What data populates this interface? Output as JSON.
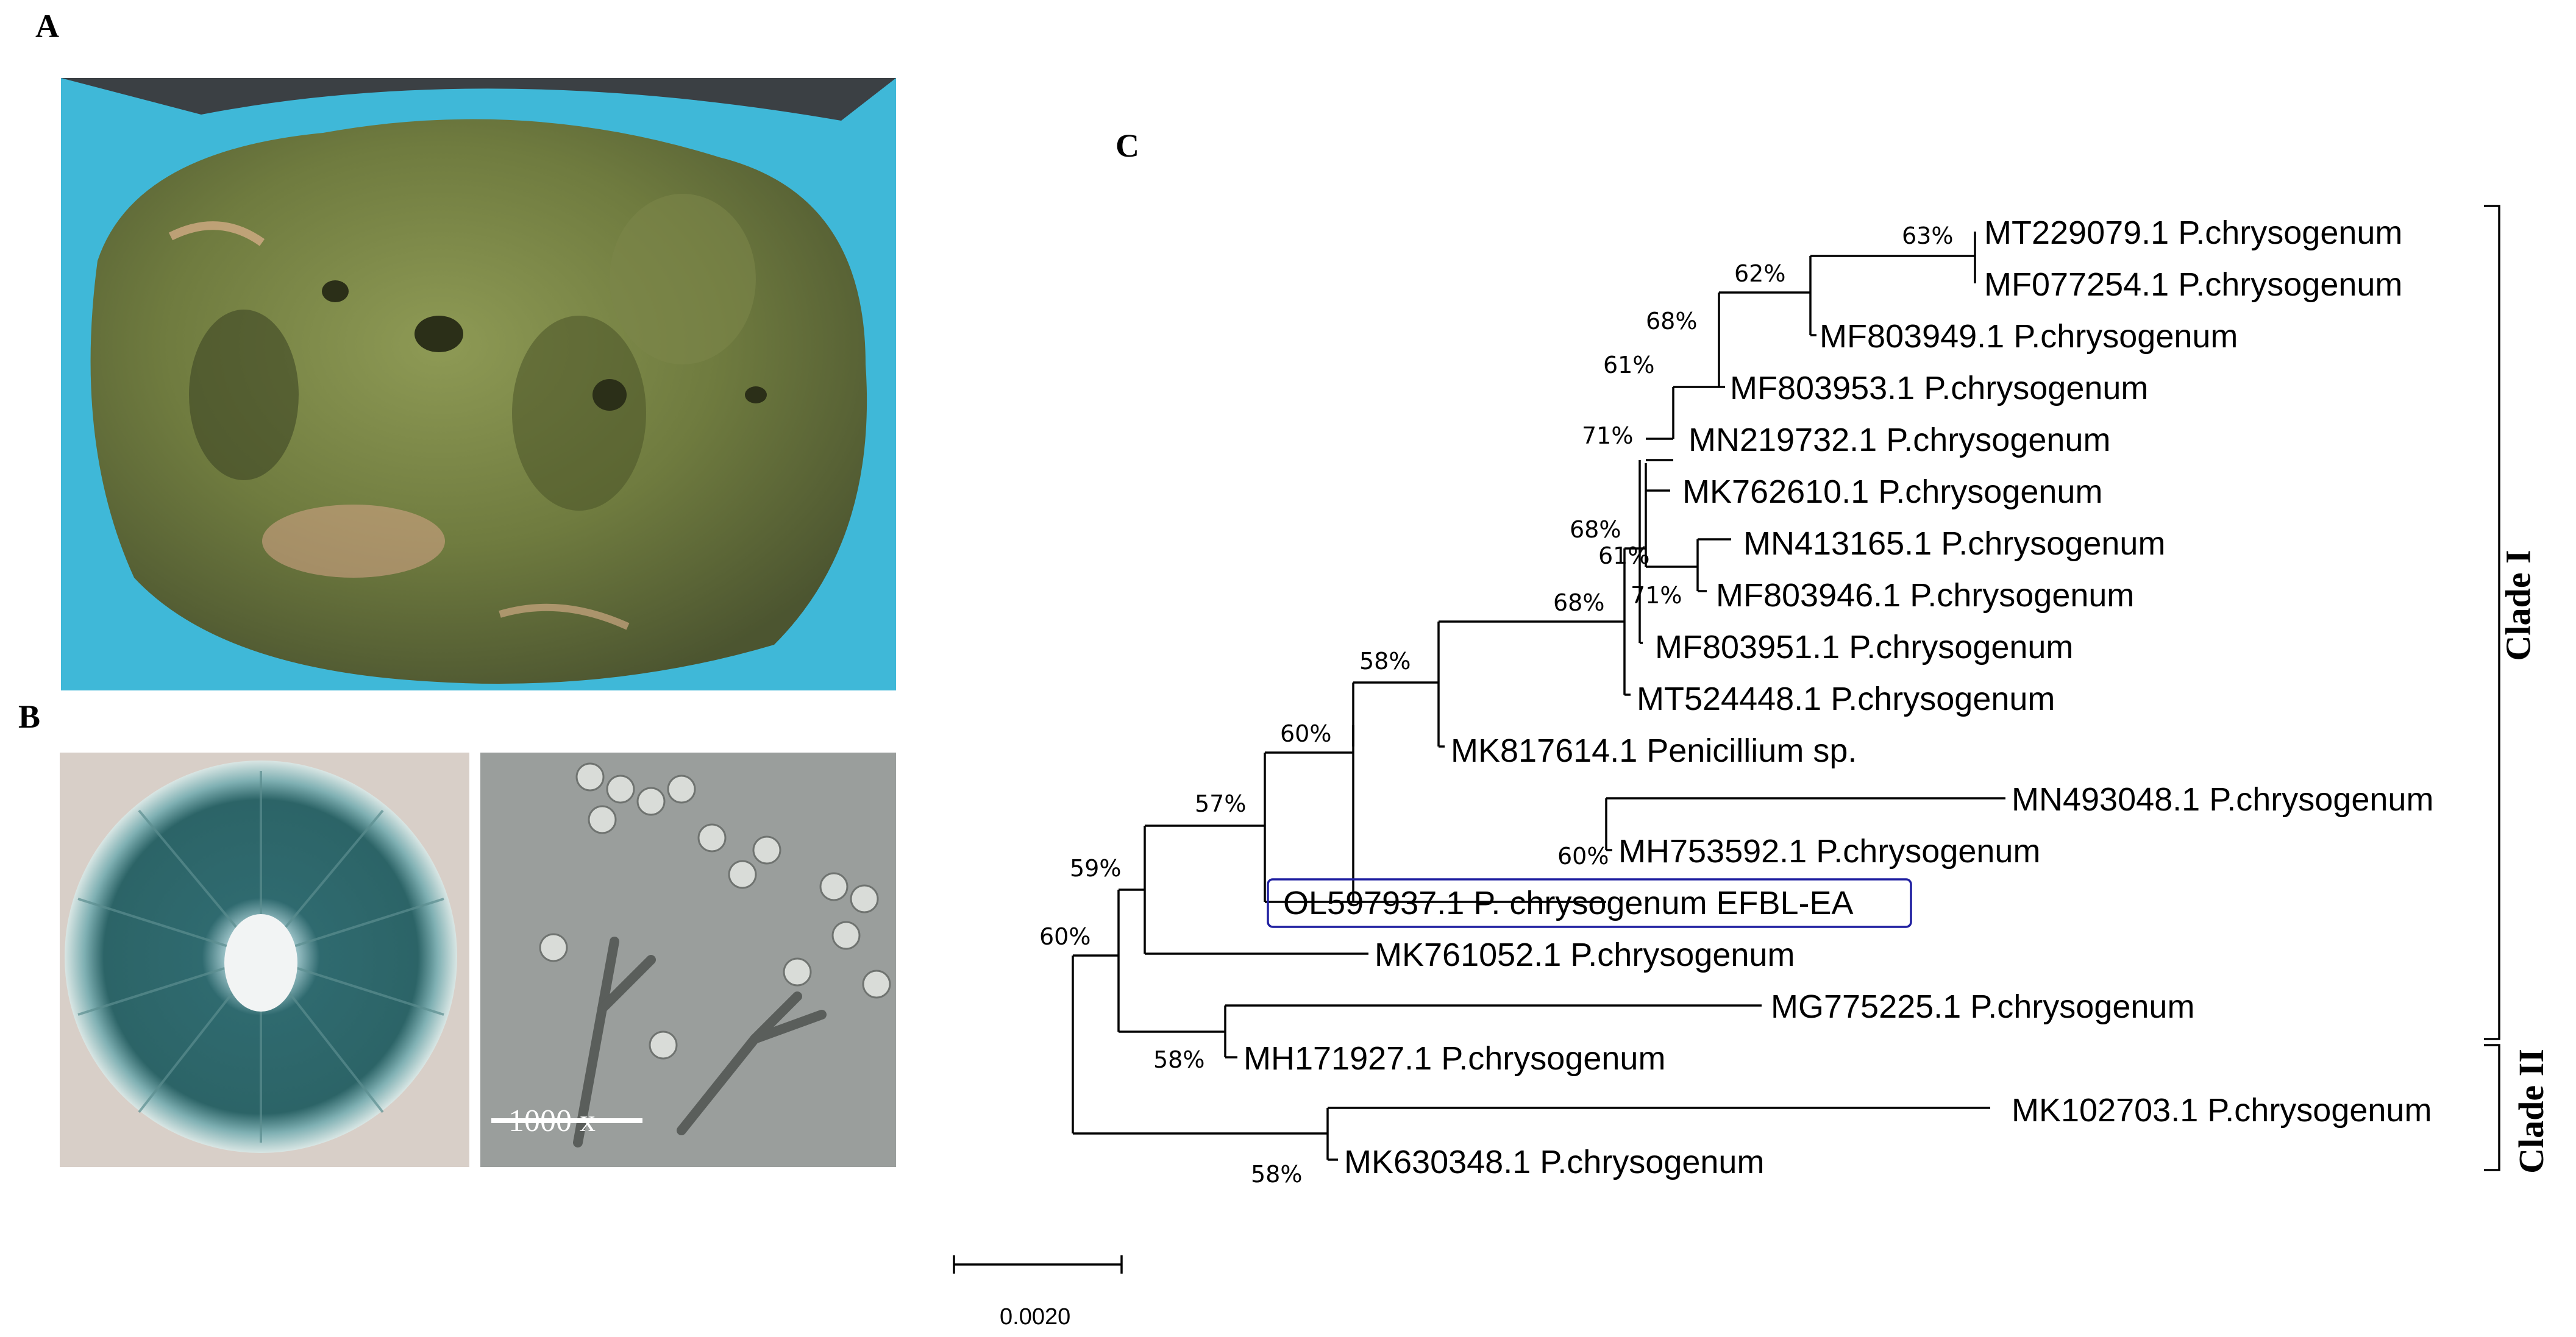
{
  "panels": {
    "a": {
      "letter": "A"
    },
    "b": {
      "letter": "B",
      "scale_bar_label": "1000 x"
    },
    "c": {
      "letter": "C"
    }
  },
  "tree": {
    "taxa": [
      {
        "label": "MT229079.1 P.chrysogenum"
      },
      {
        "label": "MF077254.1 P.chrysogenum"
      },
      {
        "label": "MF803949.1 P.chrysogenum"
      },
      {
        "label": "MF803953.1 P.chrysogenum"
      },
      {
        "label": "MN219732.1 P.chrysogenum"
      },
      {
        "label": "MK762610.1 P.chrysogenum"
      },
      {
        "label": "MN413165.1 P.chrysogenum"
      },
      {
        "label": "MF803946.1 P.chrysogenum"
      },
      {
        "label": "MF803951.1 P.chrysogenum"
      },
      {
        "label": "MT524448.1 P.chrysogenum"
      },
      {
        "label": "MK817614.1 Penicillium sp."
      },
      {
        "label": "MN493048.1 P.chrysogenum"
      },
      {
        "label": "MH753592.1 P.chrysogenum"
      },
      {
        "label": "OL597937.1 P. chrysogenum EFBL-EA",
        "highlighted": true
      },
      {
        "label": "MK761052.1 P.chrysogenum"
      },
      {
        "label": "MG775225.1 P.chrysogenum"
      },
      {
        "label": "MH171927.1 P.chrysogenum"
      },
      {
        "label": "MK102703.1 P.chrysogenum"
      },
      {
        "label": "MK630348.1 P.chrysogenum"
      }
    ],
    "bootstrap_values": [
      "63%",
      "62%",
      "68%",
      "61%",
      "71%",
      "68%",
      "61%",
      "71%",
      "68%",
      "58%",
      "60%",
      "57%",
      "60%",
      "59%",
      "60%",
      "58%",
      "58%"
    ],
    "clades": [
      {
        "label": "Clade I"
      },
      {
        "label": "Clade II"
      }
    ],
    "scale_label": "0.0020",
    "highlight_color": "#1f1fa0"
  }
}
